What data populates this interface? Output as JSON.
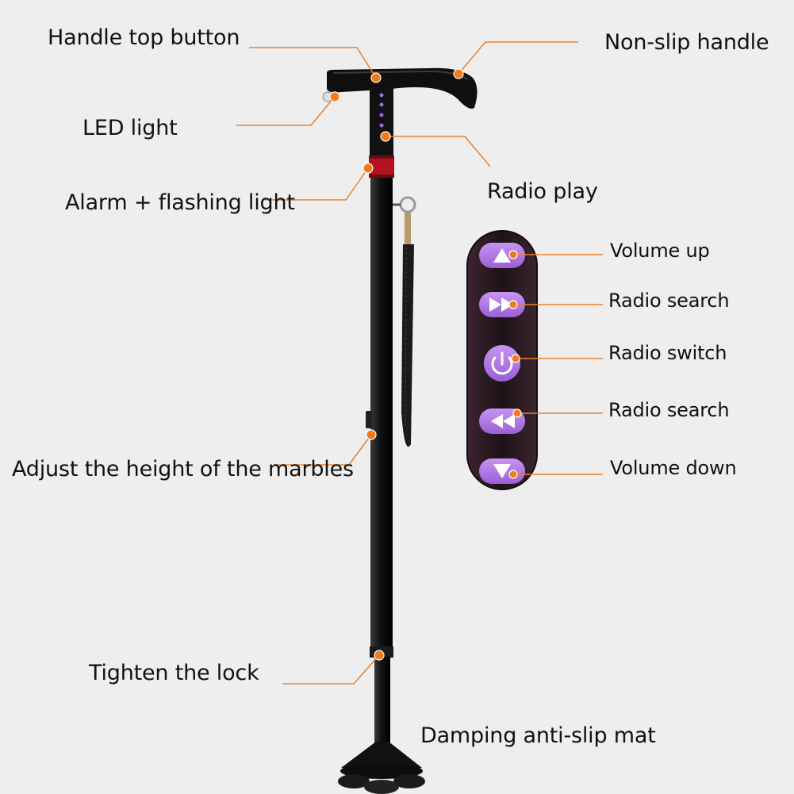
{
  "labels": {
    "handle_top_button": "Handle top button",
    "non_slip_handle": "Non-slip handle",
    "led_light": "LED light",
    "radio_play": "Radio play",
    "alarm_flashing_light": "Alarm + flashing light",
    "volume_up": "Volume up",
    "radio_search_forward": "Radio search",
    "radio_switch": "Radio switch",
    "radio_search_back": "Radio search",
    "volume_down": "Volume down",
    "adjust_height_marbles": "Adjust the height of the marbles",
    "tighten_lock": "Tighten the lock",
    "damping_anti_slip_mat": "Damping anti-slip mat"
  },
  "colors": {
    "background": "#eeeeee",
    "leader_line": "#e8822e",
    "marker": "#f07a1c",
    "cane_body": "#141414",
    "button_purple": "#b27be8",
    "remote_panel": "#2a1a22",
    "collar_red": "#b3121c"
  },
  "icons": {
    "volume_up": "triangle-up-icon",
    "radio_search_forward": "fast-forward-icon",
    "radio_switch": "power-icon",
    "radio_search_back": "rewind-icon",
    "volume_down": "triangle-down-icon"
  }
}
